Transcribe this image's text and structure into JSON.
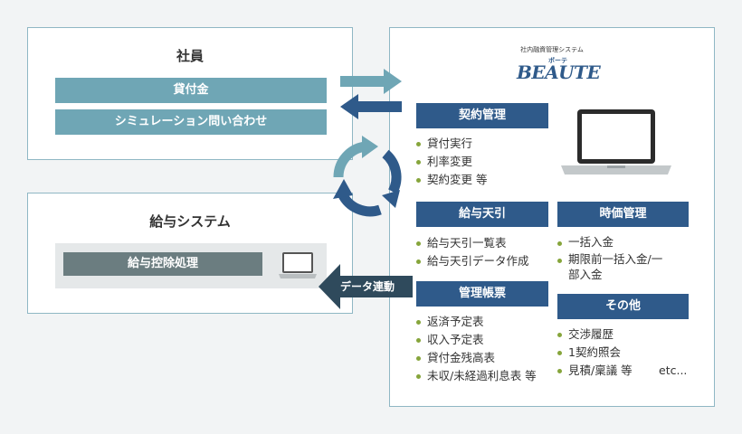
{
  "employee": {
    "title": "社員",
    "items": [
      "貸付金",
      "シミュレーション問い合わせ"
    ]
  },
  "payroll": {
    "title": "給与システム",
    "process": "給与控除処理"
  },
  "data_link_label": "データ連動",
  "system": {
    "subtitle": "社内融資管理システム",
    "logo_main": "BEAUTE",
    "logo_ruby": "ボーテ",
    "sections": {
      "contract": {
        "title": "契約管理",
        "items": [
          "貸付実行",
          "利率変更",
          "契約変更 等"
        ]
      },
      "salary": {
        "title": "給与天引",
        "items": [
          "給与天引一覧表",
          "給与天引データ作成"
        ]
      },
      "market": {
        "title": "時価管理",
        "items": [
          "一括入金",
          "期限前一括入金/一部入金"
        ]
      },
      "ledger": {
        "title": "管理帳票",
        "items": [
          "返済予定表",
          "収入予定表",
          "貸付金残高表",
          "未収/未経過利息表 等"
        ]
      },
      "other": {
        "title": "その他",
        "items": [
          "交渉履歴",
          "1契約照会",
          "見積/稟議 等"
        ]
      }
    },
    "etc_label": "etc..."
  },
  "colors": {
    "teal": "#6fa6b5",
    "navy": "#2f5a8a",
    "gray": "#6b7d80",
    "bullet": "#86a53b",
    "border": "#8fb7c4"
  }
}
